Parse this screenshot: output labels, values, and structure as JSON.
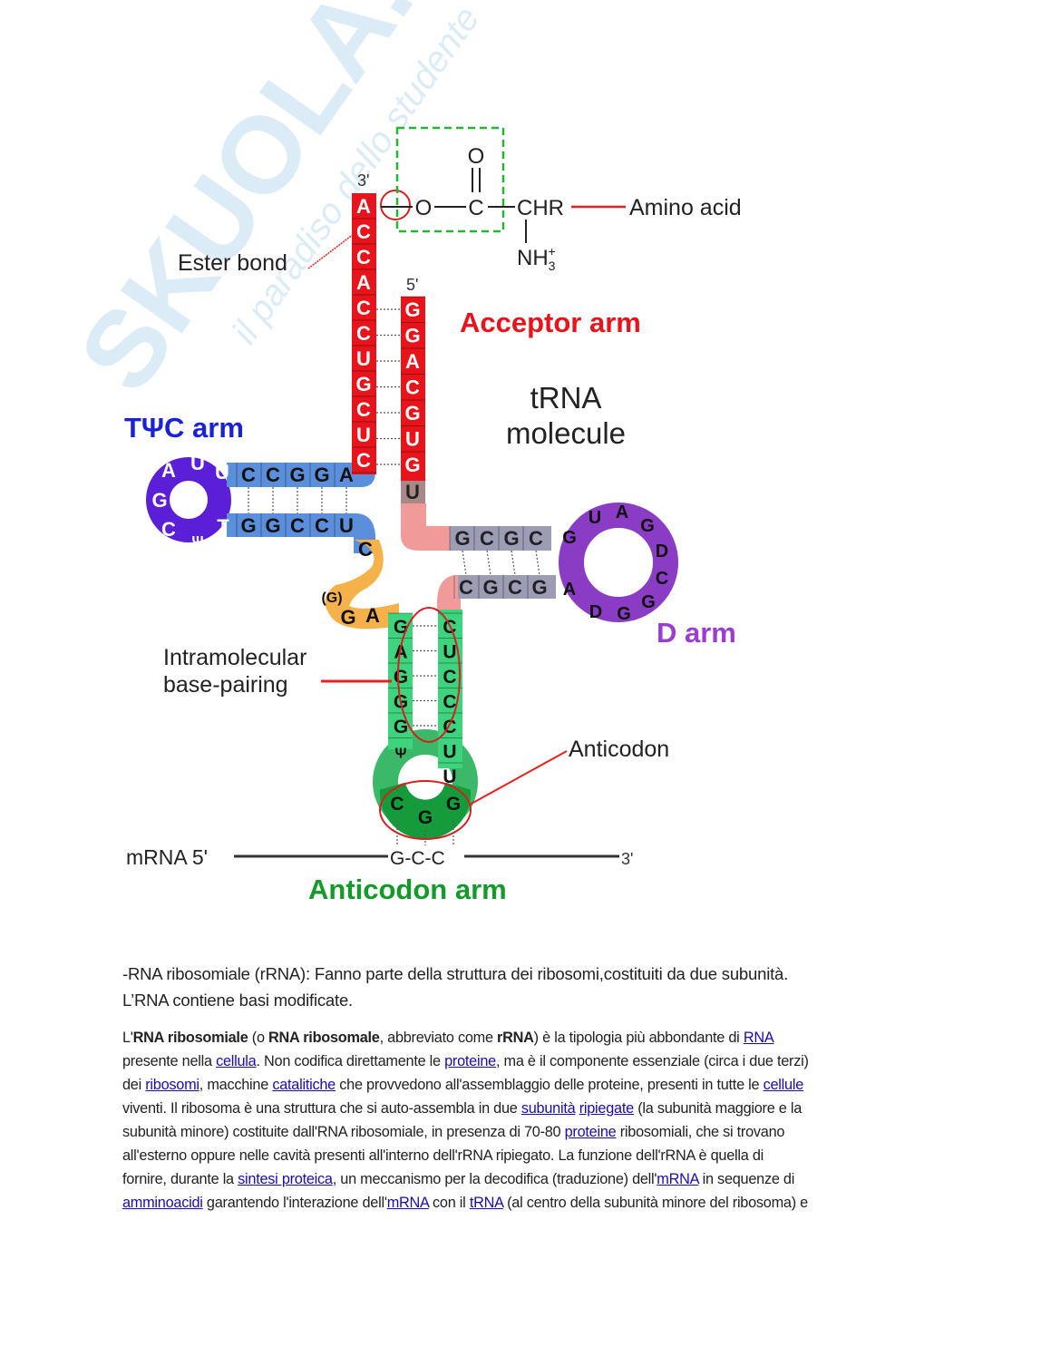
{
  "watermark": {
    "brand": "SKUOLA.net",
    "tagline": "il paradiso dello studente"
  },
  "diagram": {
    "title_line1": "tRNA",
    "title_line2": "molecule",
    "labels": {
      "acceptor_arm": "Acceptor arm",
      "tpsic_arm": "TΨC arm",
      "d_arm": "D arm",
      "anticodon_arm": "Anticodon arm",
      "ester_bond": "Ester bond",
      "amino_acid": "Amino acid",
      "intramolecular_1": "Intramolecular",
      "intramolecular_2": "base-pairing",
      "anticodon": "Anticodon",
      "three_prime": "3'",
      "five_prime": "5'",
      "mrna": "mRNA 5'",
      "mrna_codon": "G-C-C",
      "mrna_3": "3'"
    },
    "chem": {
      "o_top": "O",
      "o": "O",
      "c": "C",
      "chr": "CHR",
      "nh3": "NH",
      "nh3_sub": "3",
      "nh3_sup": "+"
    },
    "colors": {
      "acceptor": "#e8141b",
      "tpsic_stem": "#5b8fdb",
      "tpsic_loop": "#5a1fd6",
      "d_stem": "#9c9cb4",
      "d_loop": "#8a3dc4",
      "anticodon_stem": "#3ed47e",
      "anticodon_loop": "#169b3c",
      "connector": "#f6b24a",
      "pink": "#f09a9a"
    },
    "acceptor_3prime": [
      "A",
      "C",
      "C",
      "A",
      "C",
      "C",
      "U",
      "G",
      "C",
      "U",
      "C"
    ],
    "acceptor_5prime": [
      "G",
      "G",
      "A",
      "C",
      "G",
      "U",
      "G"
    ],
    "acceptor_extra": "U",
    "tpsic_top": [
      "C",
      "C",
      "G",
      "G",
      "A"
    ],
    "tpsic_bottom": [
      "G",
      "G",
      "C",
      "C",
      "U"
    ],
    "tpsic_loop": [
      "U",
      "U",
      "A",
      "G",
      "C",
      "Ψ",
      "T"
    ],
    "connector": [
      "C",
      "(G)",
      "G",
      "A"
    ],
    "d_top": [
      "G",
      "C",
      "G",
      "C"
    ],
    "d_bottom": [
      "C",
      "G",
      "C",
      "G"
    ],
    "d_loop": [
      "G",
      "U",
      "A",
      "G",
      "D",
      "C",
      "G",
      "G",
      "D",
      "A"
    ],
    "anticodon_left": [
      "G",
      "A",
      "G",
      "G",
      "G",
      "Ψ"
    ],
    "anticodon_right": [
      "C",
      "U",
      "C",
      "C",
      "C",
      "U",
      "U"
    ],
    "anticodon_loop": [
      "C",
      "G",
      "G"
    ]
  },
  "text": {
    "p1": [
      [
        {
          "t": "-RNA ribosomiale (rRNA): Fanno parte della struttura dei ribosomi,costituiti da due subunità."
        }
      ],
      [
        {
          "t": "L’RNA contiene basi modificate."
        }
      ]
    ],
    "p2": [
      [
        {
          "t": "L'"
        },
        {
          "t": "RNA ribosomiale",
          "b": true
        },
        {
          "t": " (o "
        },
        {
          "t": "RNA ribosomale",
          "b": true
        },
        {
          "t": ", abbreviato come "
        },
        {
          "t": "rRNA",
          "b": true
        },
        {
          "t": ") è la tipologia più abbondante di "
        },
        {
          "t": "RNA",
          "link": true
        }
      ],
      [
        {
          "t": "presente nella "
        },
        {
          "t": "cellula",
          "link": true
        },
        {
          "t": ". Non codifica direttamente le "
        },
        {
          "t": "proteine",
          "link": true
        },
        {
          "t": ", ma è il componente essenziale (circa i due terzi)"
        }
      ],
      [
        {
          "t": "dei "
        },
        {
          "t": "ribosomi",
          "link": true
        },
        {
          "t": ", macchine "
        },
        {
          "t": "catalitiche",
          "link": true
        },
        {
          "t": " che provvedono all'assemblaggio delle proteine, presenti in tutte le "
        },
        {
          "t": "cellule",
          "link": true
        }
      ],
      [
        {
          "t": "viventi. Il ribosoma è una struttura che si auto-assembla in due "
        },
        {
          "t": "subunità",
          "link": true
        },
        {
          "t": " "
        },
        {
          "t": "ripiegate",
          "link": true
        },
        {
          "t": " (la subunità maggiore e la"
        }
      ],
      [
        {
          "t": "subunità minore) costituite dall'RNA ribosomiale, in presenza di 70-80 "
        },
        {
          "t": "proteine",
          "link": true
        },
        {
          "t": " ribosomiali, che si trovano"
        }
      ],
      [
        {
          "t": "all'esterno oppure nelle cavità presenti all'interno dell'rRNA ripiegato. La funzione dell'rRNA è quella di"
        }
      ],
      [
        {
          "t": "fornire, durante la "
        },
        {
          "t": "sintesi proteica",
          "link": true
        },
        {
          "t": ", un meccanismo per la decodifica (traduzione) dell'"
        },
        {
          "t": "mRNA",
          "link": true
        },
        {
          "t": " in sequenze di"
        }
      ],
      [
        {
          "t": "amminoacidi",
          "link": true
        },
        {
          "t": " garantendo l'interazione dell'"
        },
        {
          "t": "mRNA",
          "link": true
        },
        {
          "t": " con il "
        },
        {
          "t": "tRNA",
          "link": true
        },
        {
          "t": " (al centro della subunità minore del ribosoma) e"
        }
      ]
    ]
  }
}
